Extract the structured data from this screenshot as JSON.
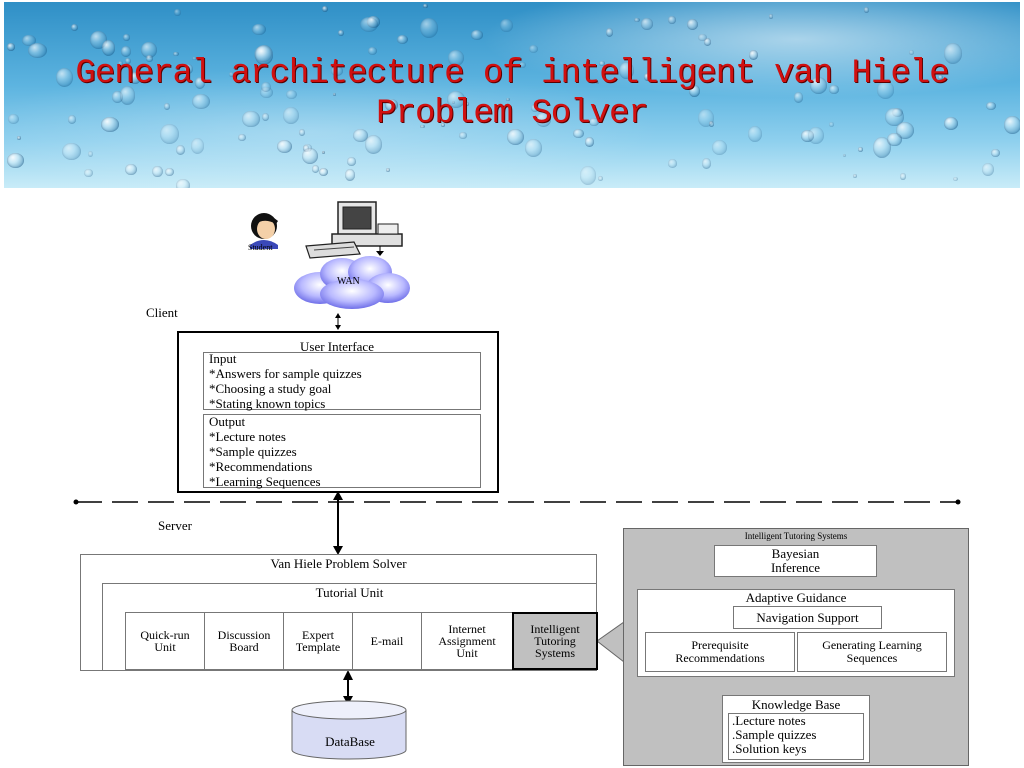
{
  "title": "General architecture of intelligent van Hiele Problem Solver",
  "client": {
    "label": "Client",
    "student_label": "Student",
    "wan_label": "WAN",
    "ui_title": "User Interface",
    "input_title": "Input",
    "input_items": [
      "*Answers for sample quizzes",
      "*Choosing a study goal",
      "*Stating known topics"
    ],
    "output_title": "Output",
    "output_items": [
      "*Lecture notes",
      "*Sample quizzes",
      "*Recommendations",
      "*Learning Sequences"
    ]
  },
  "server": {
    "label": "Server",
    "solver_title": "Van Hiele Problem Solver",
    "tutorial_title": "Tutorial Unit",
    "units": [
      [
        "Quick-run",
        "Unit"
      ],
      [
        "Discussion",
        "Board"
      ],
      [
        "Expert",
        "Template"
      ],
      [
        "E-mail"
      ],
      [
        "Internet",
        "Assignment",
        "Unit"
      ],
      [
        "Intelligent",
        "Tutoring",
        "Systems"
      ]
    ],
    "database_label": "DataBase"
  },
  "its": {
    "title": "Intelligent Tutoring Systems",
    "bayesian": [
      "Bayesian",
      "Inference"
    ],
    "adaptive_title": "Adaptive Guidance",
    "navigation": "Navigation Support",
    "prerequisite": [
      "Prerequisite",
      "Recommendations"
    ],
    "generating": [
      "Generating Learning",
      "Sequences"
    ],
    "kb_title": "Knowledge Base",
    "kb_items": [
      ".Lecture notes",
      ".Sample quizzes",
      ".Solution keys"
    ]
  },
  "colors": {
    "title": "#d01010",
    "its_panel": "#c0c0c0",
    "highlight_cell": "#c0c0c0",
    "cloud": "#8b8bf0",
    "database": "#d8dcf4"
  }
}
